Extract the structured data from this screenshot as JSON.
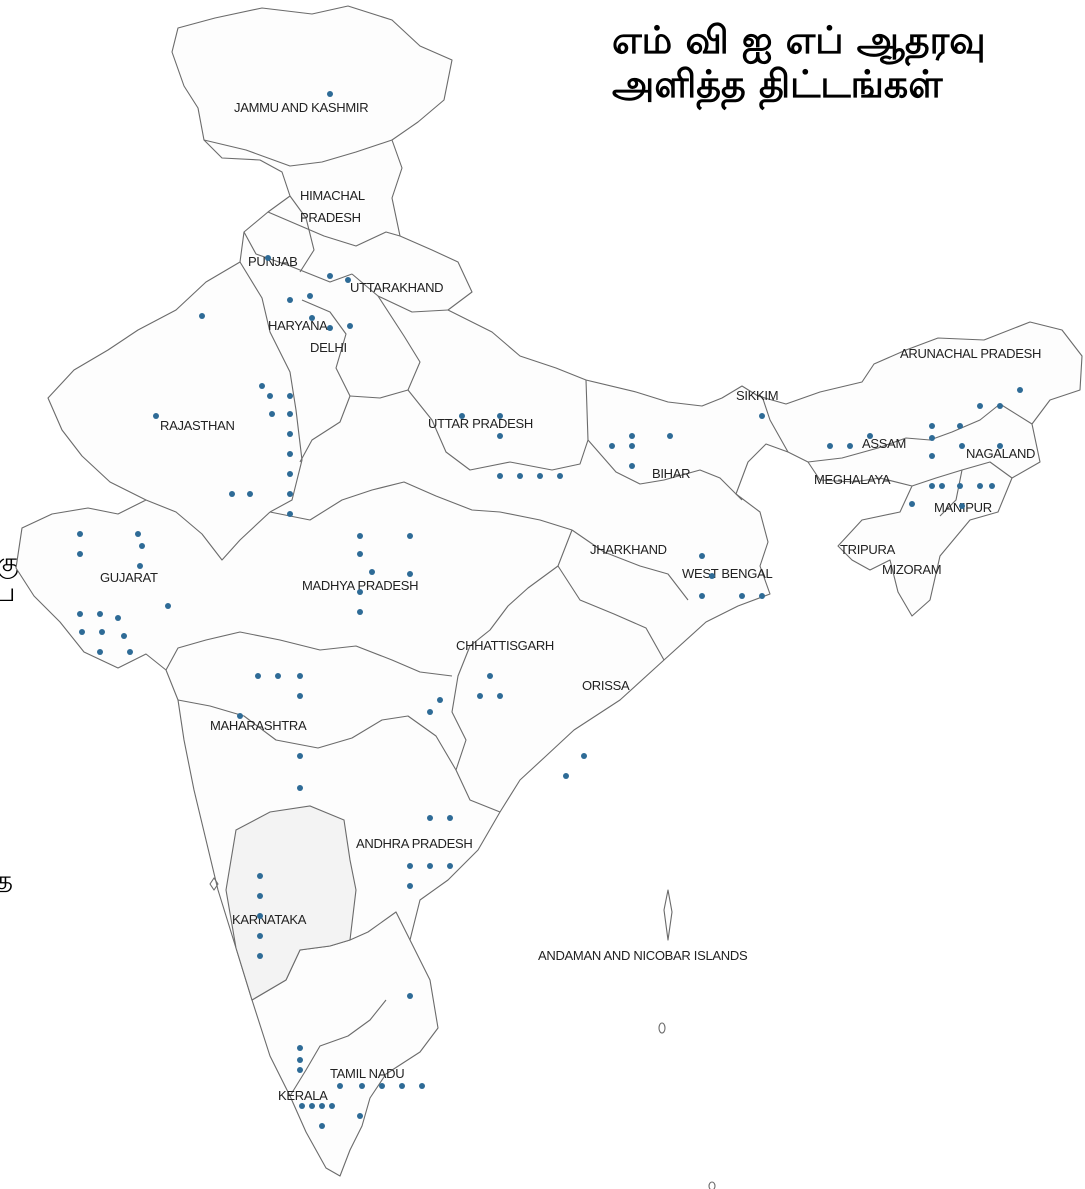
{
  "title": {
    "line1": "எம் வி ஐ எப் ஆதரவு",
    "line2": "அளித்த திட்டங்கள்"
  },
  "side_fragments": [
    {
      "id": "frag-1",
      "text": "கும்"
    },
    {
      "id": "frag-2",
      "text": "ப"
    },
    {
      "id": "frag-3",
      "text": "த"
    }
  ],
  "states": [
    {
      "id": "jammu-and-kashmir",
      "label": "JAMMU AND KASHMIR"
    },
    {
      "id": "himachal-1",
      "label": "HIMACHAL"
    },
    {
      "id": "himachal-2",
      "label": "PRADESH"
    },
    {
      "id": "punjab",
      "label": "PUNJAB"
    },
    {
      "id": "uttarakhand",
      "label": "UTTARAKHAND"
    },
    {
      "id": "haryana",
      "label": "HARYANA"
    },
    {
      "id": "delhi",
      "label": "DELHI"
    },
    {
      "id": "rajasthan",
      "label": "RAJASTHAN"
    },
    {
      "id": "uttar-pradesh",
      "label": "UTTAR PRADESH"
    },
    {
      "id": "sikkim",
      "label": "SIKKIM"
    },
    {
      "id": "arunachal-pradesh",
      "label": "ARUNACHAL PRADESH"
    },
    {
      "id": "assam",
      "label": "ASSAM"
    },
    {
      "id": "nagaland",
      "label": "NAGALAND"
    },
    {
      "id": "meghalaya",
      "label": "MEGHALAYA"
    },
    {
      "id": "manipur",
      "label": "MANIPUR"
    },
    {
      "id": "bihar",
      "label": "BIHAR"
    },
    {
      "id": "gujarat",
      "label": "GUJARAT"
    },
    {
      "id": "madhya-pradesh",
      "label": "MADHYA PRADESH"
    },
    {
      "id": "jharkhand",
      "label": "JHARKHAND"
    },
    {
      "id": "west-bengal",
      "label": "WEST BENGAL"
    },
    {
      "id": "tripura",
      "label": "TRIPURA"
    },
    {
      "id": "mizoram",
      "label": "MIZORAM"
    },
    {
      "id": "chhattisgarh",
      "label": "CHHATTISGARH"
    },
    {
      "id": "orissa",
      "label": "ORISSA"
    },
    {
      "id": "maharashtra",
      "label": "MAHARASHTRA"
    },
    {
      "id": "andhra-pradesh",
      "label": "ANDHRA PRADESH"
    },
    {
      "id": "karnataka",
      "label": "KARNATAKA"
    },
    {
      "id": "andaman-and-nicobar",
      "label": "ANDAMAN AND NICOBAR ISLANDS"
    },
    {
      "id": "tamil-nadu",
      "label": "TAMIL NADU"
    },
    {
      "id": "kerala",
      "label": "KERALA"
    }
  ],
  "colors": {
    "dot": "#2e6b96",
    "outline": "#6b6b6b",
    "title": "#000000"
  }
}
